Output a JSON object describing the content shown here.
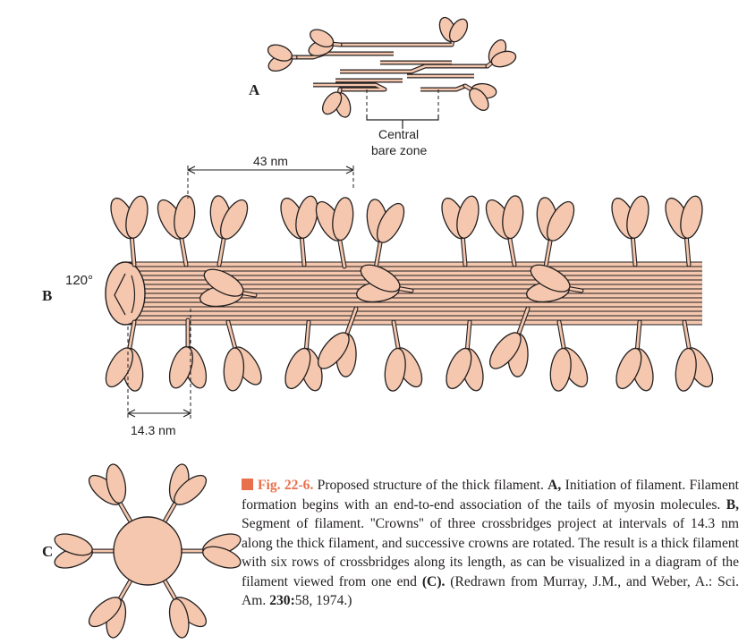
{
  "panels": {
    "a": "A",
    "b": "B",
    "c": "C"
  },
  "labels": {
    "bare_zone_line1": "Central",
    "bare_zone_line2": "bare zone",
    "spacing_43": "43 nm",
    "spacing_14": "14.3 nm",
    "angle": "120°"
  },
  "caption": {
    "fig_label": "Fig. 22-6.",
    "t1": " Proposed structure of the thick filament. ",
    "a": "A,",
    "t2": " Initiation of filament. Filament formation begins with an end-to-end association of the tails of myosin molecules. ",
    "b": "B,",
    "t3": " Segment of filament. ''Crowns'' of three crossbridges project at intervals of 14.3 nm along the thick filament, and successive crowns are rotated. The result is a thick filament with six rows of crossbridges along its length, as can be visualized in a diagram of the filament viewed from one end ",
    "c": "(C).",
    "t4": " (Redrawn from Murray, J.M., and Weber, A.: Sci. Am. ",
    "vol": "230:",
    "t5": "58, 1974.)"
  },
  "colors": {
    "head_fill": "#f4c7ae",
    "outline": "#231f20",
    "accent": "#e8704a"
  }
}
